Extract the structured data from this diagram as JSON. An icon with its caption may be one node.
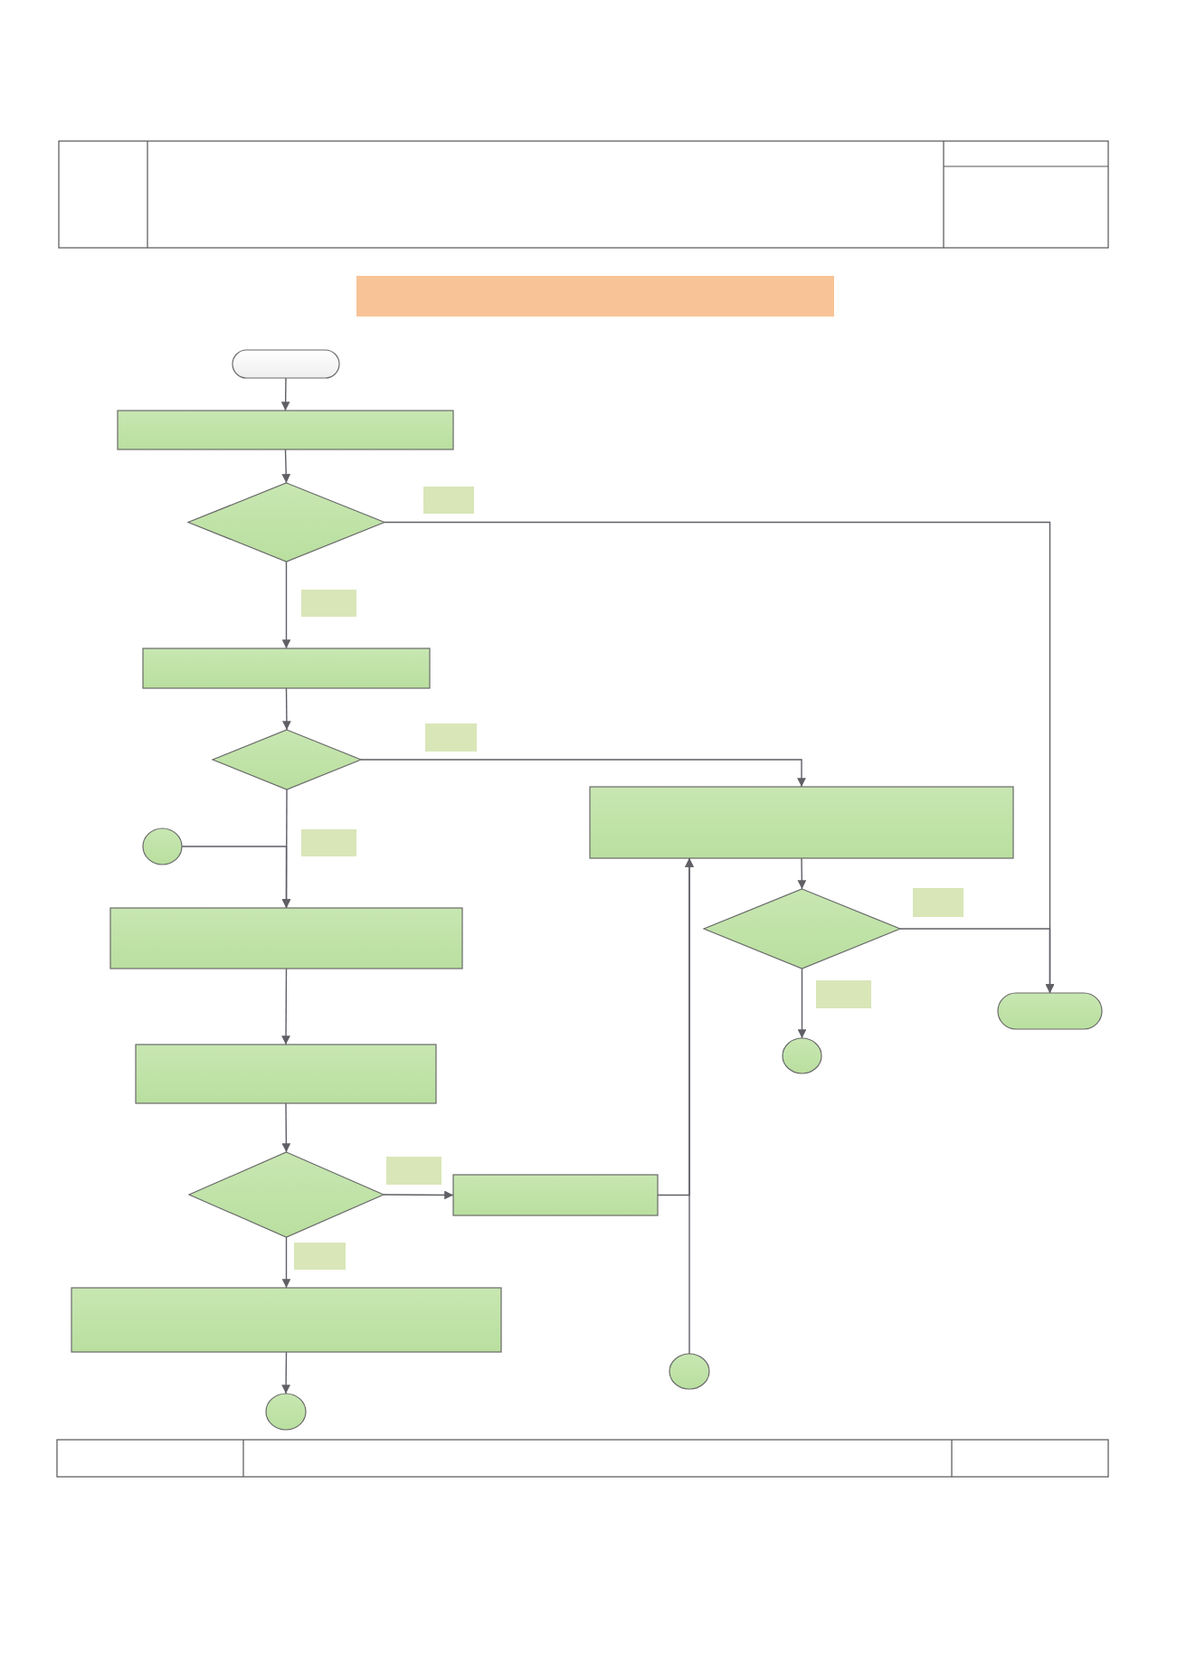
{
  "diagram": {
    "nodes": [
      {
        "text": [],
        "shape": "bar"
      },
      {
        "text": [],
        "shape": "terminator"
      },
      {
        "text": [],
        "shape": "box"
      },
      {
        "text": [],
        "shape": "diamond"
      },
      {
        "text": [],
        "shape": "box"
      },
      {
        "text": [],
        "shape": "diamond"
      },
      {
        "text": [],
        "shape": "box"
      },
      {
        "text": [],
        "shape": "circle"
      },
      {
        "text": [],
        "shape": "box"
      },
      {
        "text": [],
        "shape": "diamond"
      },
      {
        "text": [],
        "shape": "terminator"
      },
      {
        "text": [],
        "shape": "circle"
      },
      {
        "text": [],
        "shape": "box"
      },
      {
        "text": [],
        "shape": "diamond"
      },
      {
        "text": [],
        "shape": "box"
      },
      {
        "text": [],
        "shape": "box"
      },
      {
        "text": [],
        "shape": "circle"
      },
      {
        "text": [],
        "shape": "circle"
      }
    ],
    "edges": [
      {
        "from": 1,
        "to": 2,
        "arrow": "to"
      },
      {
        "from": 2,
        "to": 3,
        "arrow": "to"
      },
      {
        "from": 3,
        "to": 10,
        "arrow": "to"
      },
      {
        "from": 3,
        "to": 4,
        "arrow": "to"
      },
      {
        "from": 4,
        "to": 5,
        "arrow": "to"
      },
      {
        "from": 5,
        "to": 6,
        "arrow": "to"
      },
      {
        "from": 5,
        "to": 8,
        "arrow": "to"
      },
      {
        "from": 7,
        "to": 8,
        "arrow": "to"
      },
      {
        "from": 6,
        "to": 9,
        "arrow": "to"
      },
      {
        "from": 9,
        "to": 10,
        "arrow": "to"
      },
      {
        "from": 9,
        "to": 11,
        "arrow": "to"
      },
      {
        "from": 8,
        "to": 12,
        "arrow": "to"
      },
      {
        "from": 12,
        "to": 13,
        "arrow": "to"
      },
      {
        "from": 13,
        "to": 14,
        "arrow": "to"
      },
      {
        "from": 13,
        "to": 15,
        "arrow": "to"
      },
      {
        "from": 14,
        "to": 6,
        "arrow": "to"
      },
      {
        "from": 16,
        "to": 6,
        "arrow": "to"
      },
      {
        "from": 15,
        "to": 17,
        "arrow": "to"
      }
    ]
  }
}
